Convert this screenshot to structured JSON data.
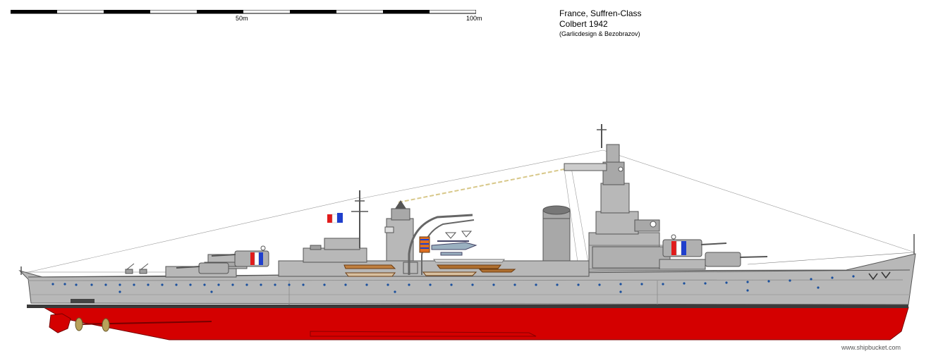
{
  "scale": {
    "label_mid": "50m",
    "label_end": "100m"
  },
  "title": {
    "line1": "France, Suffren-Class",
    "line2": "Colbert 1942",
    "line3": "(Garlicdesign & Bezobrazov)"
  },
  "credit": "www.shipbucket.com",
  "colors": {
    "hull_grey": "#b8b8b8",
    "hull_red": "#d40000",
    "boot_top": "#3a3a3a",
    "flag_blue": "#1f3fcc",
    "flag_red": "#e11b1b",
    "porthole": "#1a4f9c"
  }
}
